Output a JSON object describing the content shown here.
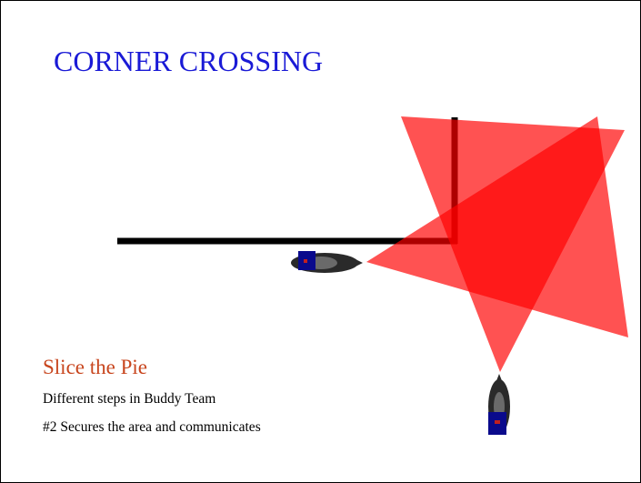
{
  "slide": {
    "title": "CORNER CROSSING",
    "subtitle": "Slice the Pie",
    "body_lines": [
      "Different  steps in Buddy Team",
      "#2 Secures the area and communicates"
    ]
  },
  "colors": {
    "title": "#1a1ad6",
    "subtitle": "#c8461e",
    "wall": "#000000",
    "sector": "#ff0000",
    "soldier_marker": "#0a0a8c",
    "soldier_body": "#2a2a2a"
  },
  "diagram": {
    "icons": [
      "soldier-1",
      "soldier-2"
    ]
  }
}
